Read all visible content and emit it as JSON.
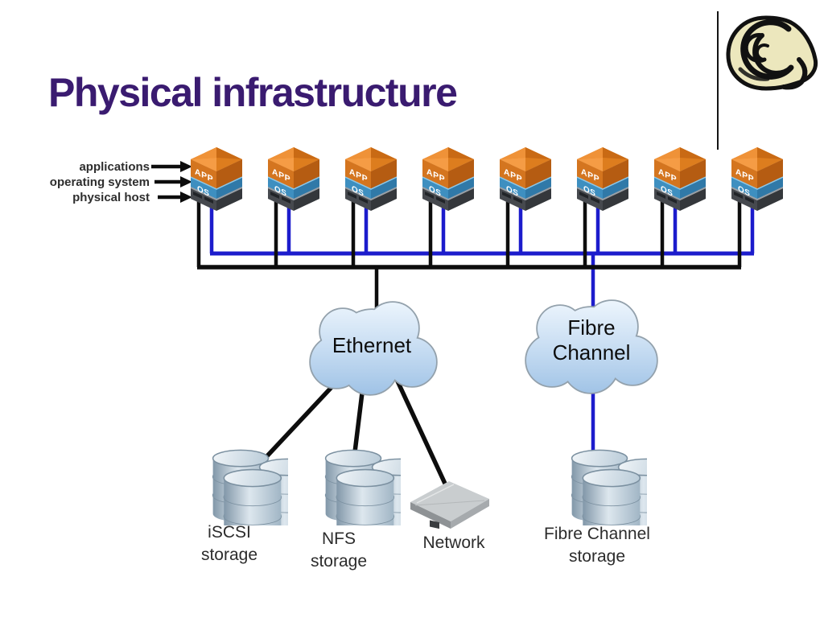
{
  "slide": {
    "title": "Physical infrastructure"
  },
  "stack_labels": {
    "applications": "applications",
    "operating_system": "operating system",
    "physical_host": "physical host"
  },
  "server": {
    "app": "APP",
    "os": "OS",
    "count": 8
  },
  "clouds": {
    "ethernet": "Ethernet",
    "fibre_line1": "Fibre",
    "fibre_line2": "Channel"
  },
  "storage": {
    "iscsi_line1": "iSCSI",
    "iscsi_line2": "storage",
    "nfs_line1": "NFS",
    "nfs_line2": "storage",
    "network": "Network",
    "fc_line1": "Fibre Channel",
    "fc_line2": "storage"
  },
  "colors": {
    "title": "#3a1b70",
    "ethernet_wire": "#000000",
    "fibre_wire": "#1c1ccc",
    "app_box": "#d4751f",
    "os_box": "#3e8fc0",
    "cloud_fill": "#b5d2ee"
  }
}
